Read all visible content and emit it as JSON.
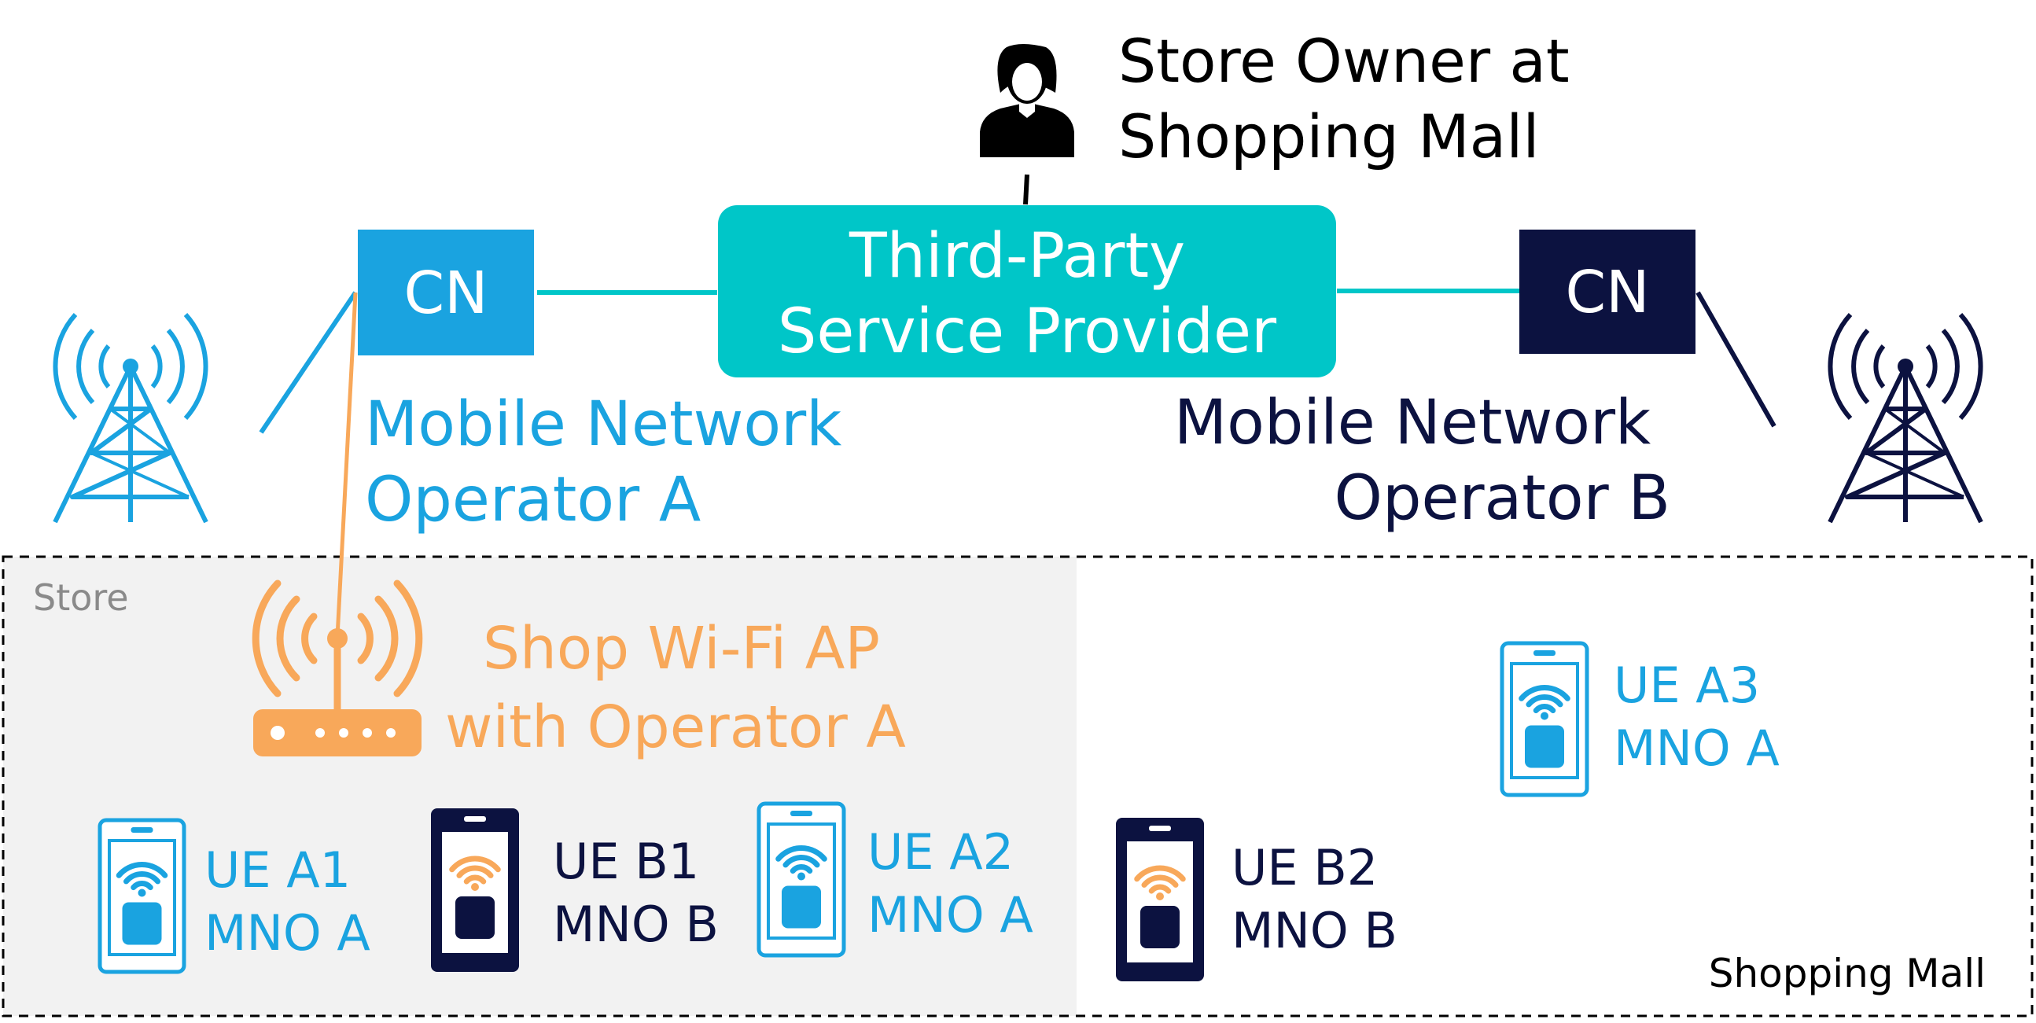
{
  "colors": {
    "operator_a": "#1aa3e0",
    "operator_b": "#0c1240",
    "provider": "#00c6c8",
    "wifi": "#f8a85a",
    "store_bg": "#f2f2f2",
    "store_label": "#8a8a8a",
    "black": "#000000"
  },
  "store_owner": {
    "line1": "Store Owner at",
    "line2": "Shopping Mall"
  },
  "provider": {
    "line1": "Third-Party",
    "line2": "Service Provider"
  },
  "cn_a": {
    "label": "CN"
  },
  "cn_b": {
    "label": "CN"
  },
  "operator_a": {
    "line1": "Mobile Network",
    "line2": "Operator A"
  },
  "operator_b": {
    "line1": "Mobile Network",
    "line2": "Operator B"
  },
  "store": {
    "label": "Store"
  },
  "mall": {
    "label": "Shopping Mall"
  },
  "wifi_ap": {
    "line1": "Shop Wi-Fi AP",
    "line2": "with Operator A"
  },
  "devices": [
    {
      "id": "ue-a1",
      "line1": "UE A1",
      "line2": "MNO A",
      "operator": "A"
    },
    {
      "id": "ue-b1",
      "line1": "UE B1",
      "line2": "MNO B",
      "operator": "B"
    },
    {
      "id": "ue-a2",
      "line1": "UE A2",
      "line2": "MNO A",
      "operator": "A"
    },
    {
      "id": "ue-b2",
      "line1": "UE B2",
      "line2": "MNO B",
      "operator": "B"
    },
    {
      "id": "ue-a3",
      "line1": "UE A3",
      "line2": "MNO A",
      "operator": "A"
    }
  ]
}
